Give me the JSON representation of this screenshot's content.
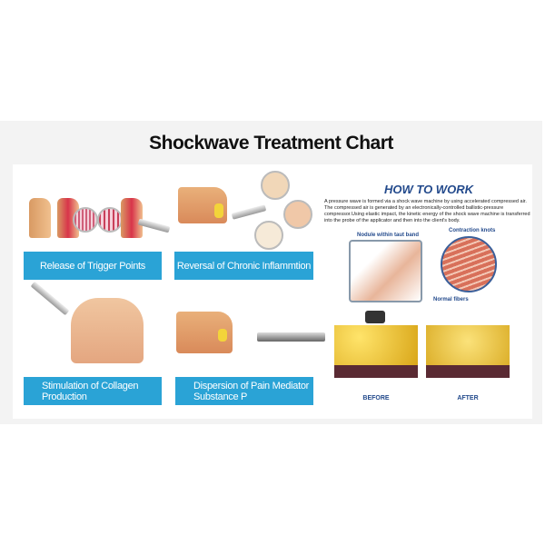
{
  "title": "Shockwave Treatment Chart",
  "panels": [
    {
      "label": "Release of Trigger Points"
    },
    {
      "label": "Reversal of Chronic Inflammtion"
    },
    {
      "label_line1": "Stimulation of Collagen",
      "label_line2": "Production"
    },
    {
      "label_line1": "Dispersion of Pain Mediator",
      "label_line2": "Substance P"
    }
  ],
  "how_to_work": {
    "heading": "HOW TO WORK",
    "text": "A pressure wave is formed  via a shock wave machine by using accelerated compressed air. The compressed air is generated by an electronically-controlled ballistic-pressure compressor.Using elastic impact, the kinetic energy of the shock wave machine is transferred into the probe of the applicator and then into the client's body.",
    "nodule_label": "Nodule within taut band",
    "knots_label": "Contraction knots",
    "fibers_label": "Normal fibers",
    "before_label": "BEFORE",
    "after_label": "AFTER"
  },
  "colors": {
    "label_bg": "#2aa3d6",
    "heading": "#234a8c",
    "panel_bg": "#f3f3f3"
  }
}
